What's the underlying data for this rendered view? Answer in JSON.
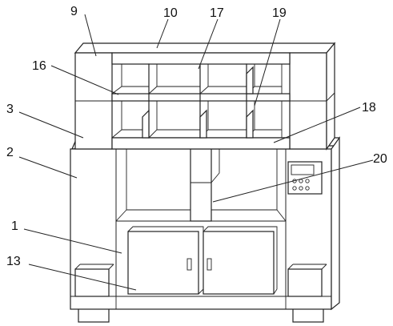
{
  "labels": {
    "l1": "1",
    "l2": "2",
    "l3": "3",
    "l9": "9",
    "l10": "10",
    "l13": "13",
    "l16": "16",
    "l17": "17",
    "l18": "18",
    "l19": "19",
    "l20": "20"
  }
}
